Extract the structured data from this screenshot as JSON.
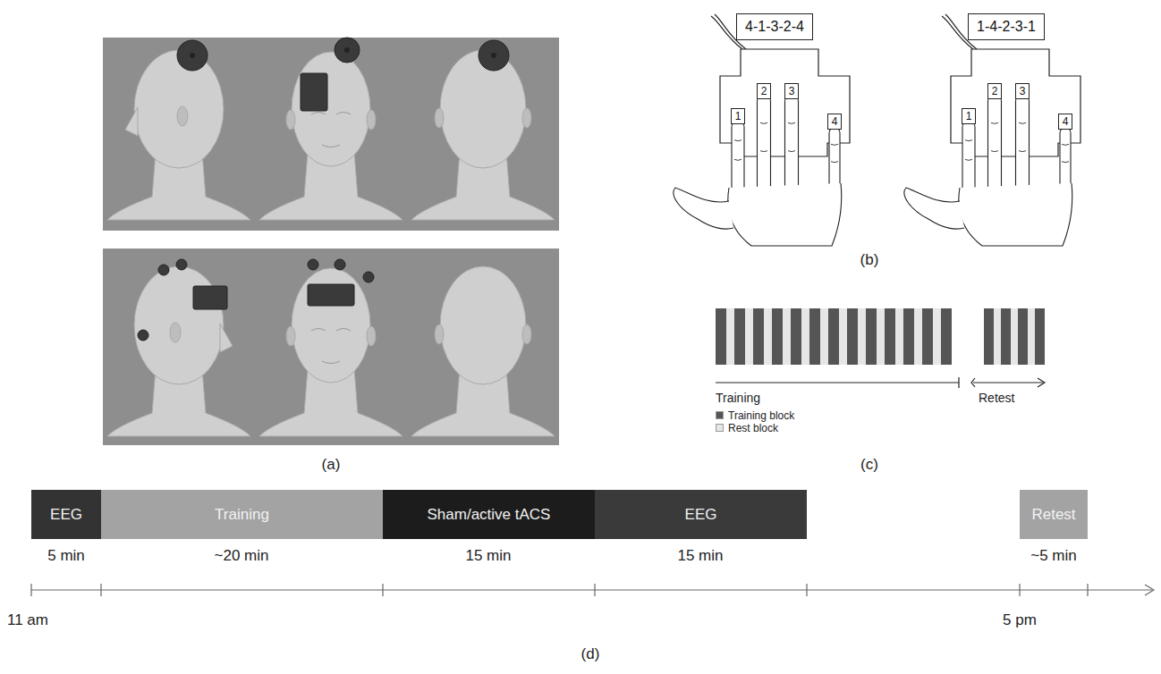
{
  "diagram": {
    "nodes": [
      {
        "text": [
          "4-1-3-2-4"
        ]
      },
      {
        "text": [
          "1-4-2-3-1"
        ]
      },
      {
        "text": [
          "1"
        ]
      },
      {
        "text": [
          "2"
        ]
      },
      {
        "text": [
          "3"
        ]
      },
      {
        "text": [
          "4"
        ]
      },
      {
        "text": [
          "1"
        ]
      },
      {
        "text": [
          "2"
        ]
      },
      {
        "text": [
          "3"
        ]
      },
      {
        "text": [
          "4"
        ]
      },
      {
        "text": [
          "EEG"
        ]
      },
      {
        "text": [
          "Training"
        ]
      },
      {
        "text": [
          "Sham/active tACS"
        ]
      },
      {
        "text": [
          "EEG"
        ]
      },
      {
        "text": [
          "Retest"
        ]
      }
    ],
    "labels": [
      "(a)",
      "(b)",
      "Training",
      "Retest",
      "(c)",
      "5 min",
      "~20 min",
      "15 min",
      "15 min",
      "~5 min",
      "11 am",
      "5 pm",
      "(d)"
    ],
    "legend": [
      {
        "text": "Training block",
        "color": "#555555"
      },
      {
        "text": "Rest block",
        "color": "#e6e6e6"
      }
    ]
  }
}
